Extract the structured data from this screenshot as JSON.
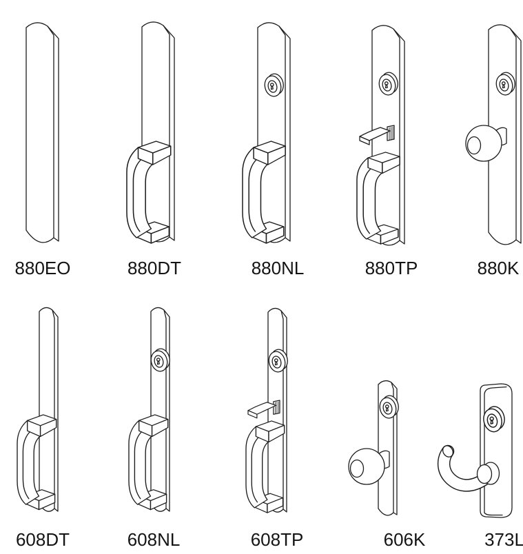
{
  "figure": {
    "background_color": "#ffffff",
    "line_color": "#1c1c1c",
    "description": "Line-art catalog diagram of exit device trim options, two rows of escutcheon plates"
  },
  "rows": [
    {
      "name": "880-series-trims",
      "items": [
        {
          "label": "880EO",
          "drawing": "wide-plate-blank-icon",
          "components": [
            "escutcheon-plate"
          ]
        },
        {
          "label": "880DT",
          "drawing": "wide-plate-pull-icon",
          "components": [
            "escutcheon-plate",
            "door-pull"
          ]
        },
        {
          "label": "880NL",
          "drawing": "wide-plate-cylinder-pull-icon",
          "components": [
            "escutcheon-plate",
            "key-cylinder",
            "door-pull"
          ]
        },
        {
          "label": "880TP",
          "drawing": "wide-plate-cylinder-thumbpiece-pull-icon",
          "components": [
            "escutcheon-plate",
            "key-cylinder",
            "thumbpiece",
            "door-pull"
          ]
        },
        {
          "label": "880K",
          "drawing": "wide-plate-cylinder-knob-icon",
          "components": [
            "escutcheon-plate",
            "key-cylinder",
            "door-knob"
          ]
        }
      ]
    },
    {
      "name": "600-373-series-trims",
      "items": [
        {
          "label": "608DT",
          "drawing": "narrow-plate-pull-icon",
          "components": [
            "narrow-plate",
            "door-pull"
          ]
        },
        {
          "label": "608NL",
          "drawing": "narrow-plate-cylinder-pull-icon",
          "components": [
            "narrow-plate",
            "key-cylinder",
            "door-pull"
          ]
        },
        {
          "label": "608TP",
          "drawing": "narrow-plate-cylinder-thumbpiece-pull-icon",
          "components": [
            "narrow-plate",
            "key-cylinder",
            "thumbpiece",
            "door-pull"
          ]
        },
        {
          "label": "606K",
          "drawing": "small-plate-cylinder-knob-icon",
          "components": [
            "small-plate",
            "key-cylinder",
            "door-knob"
          ]
        },
        {
          "label": "373L",
          "drawing": "rect-plate-cylinder-lever-icon",
          "components": [
            "rectangular-plate",
            "key-cylinder",
            "lever-handle"
          ]
        }
      ]
    }
  ]
}
